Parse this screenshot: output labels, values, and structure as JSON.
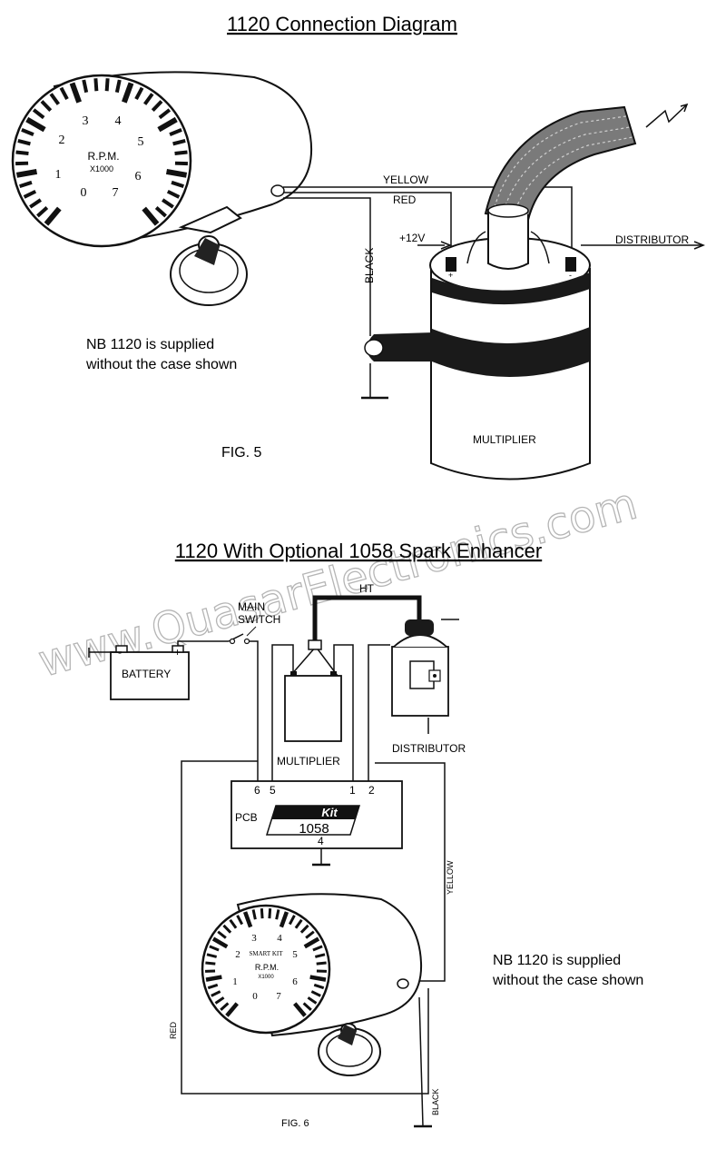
{
  "fig5": {
    "title": "1120 Connection Diagram",
    "gauge": {
      "label": "R.P.M.",
      "scale": "X1000",
      "numbers": [
        "0",
        "1",
        "2",
        "3",
        "4",
        "5",
        "6",
        "7"
      ]
    },
    "wires": {
      "yellow": "YELLOW",
      "red": "RED",
      "black": "BLACK",
      "plus12": "+12V",
      "distributor": "DISTRIBUTOR"
    },
    "terminals": {
      "pos": "+",
      "neg": "-"
    },
    "multiplier": "MULTIPLIER",
    "note_line1": "NB 1120 is supplied",
    "note_line2": "without the case shown",
    "caption": "FIG. 5"
  },
  "fig6": {
    "title": "1120 With Optional 1058 Spark Enhancer",
    "ht": "HT",
    "main_switch_1": "MAIN",
    "main_switch_2": "SWITCH",
    "battery": "BATTERY",
    "battery_neg": "-",
    "battery_pos": "+",
    "multiplier": "MULTIPLIER",
    "distributor": "DISTRIBUTOR",
    "pcb": "PCB",
    "kit": "Kit",
    "kit_number": "1058",
    "pins": {
      "p6": "6",
      "p5": "5",
      "p1": "1",
      "p2": "2",
      "p4": "4"
    },
    "yellow": "YELLOW",
    "red": "RED",
    "black": "BLACK",
    "gauge": {
      "brand": "SMART KIT",
      "label": "R.P.M.",
      "scale": "X1000",
      "numbers": [
        "0",
        "1",
        "2",
        "3",
        "4",
        "5",
        "6",
        "7"
      ]
    },
    "note_line1": "NB 1120 is supplied",
    "note_line2": "without the case shown",
    "caption": "FIG. 6"
  },
  "watermark": "www.QuasarElectronics.com"
}
